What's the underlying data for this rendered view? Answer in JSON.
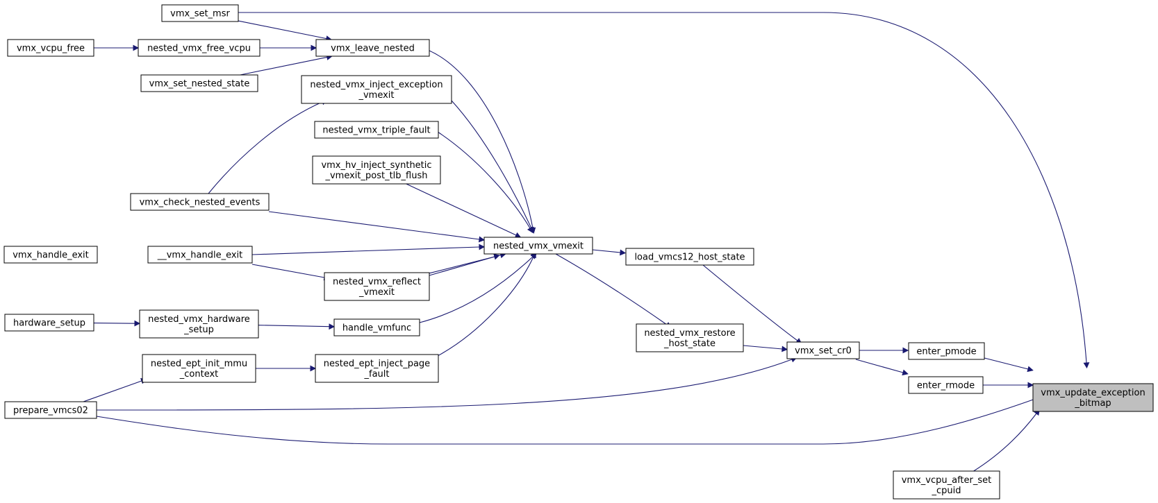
{
  "graph": {
    "root": "vmx_update_exception_bitmap",
    "nodes": [
      {
        "id": "vmx_update_exception_bitmap",
        "lines": [
          "vmx_update_exception",
          "_bitmap"
        ],
        "root": true
      },
      {
        "id": "vmx_set_msr",
        "lines": [
          "vmx_set_msr"
        ]
      },
      {
        "id": "vmx_vcpu_free",
        "lines": [
          "vmx_vcpu_free"
        ]
      },
      {
        "id": "nested_vmx_free_vcpu",
        "lines": [
          "nested_vmx_free_vcpu"
        ]
      },
      {
        "id": "vmx_leave_nested",
        "lines": [
          "vmx_leave_nested"
        ]
      },
      {
        "id": "vmx_set_nested_state",
        "lines": [
          "vmx_set_nested_state"
        ]
      },
      {
        "id": "nested_vmx_inject_exception_vmexit",
        "lines": [
          "nested_vmx_inject_exception",
          "_vmexit"
        ]
      },
      {
        "id": "nested_vmx_triple_fault",
        "lines": [
          "nested_vmx_triple_fault"
        ]
      },
      {
        "id": "vmx_hv_inject_synthetic_vmexit_post_tlb_flush",
        "lines": [
          "vmx_hv_inject_synthetic",
          "_vmexit_post_tlb_flush"
        ]
      },
      {
        "id": "vmx_check_nested_events",
        "lines": [
          "vmx_check_nested_events"
        ]
      },
      {
        "id": "nested_vmx_vmexit",
        "lines": [
          "nested_vmx_vmexit"
        ]
      },
      {
        "id": "vmx_handle_exit",
        "lines": [
          "vmx_handle_exit"
        ]
      },
      {
        "id": "__vmx_handle_exit",
        "lines": [
          "__vmx_handle_exit"
        ]
      },
      {
        "id": "load_vmcs12_host_state",
        "lines": [
          "load_vmcs12_host_state"
        ]
      },
      {
        "id": "nested_vmx_reflect_vmexit",
        "lines": [
          "nested_vmx_reflect",
          "_vmexit"
        ]
      },
      {
        "id": "hardware_setup",
        "lines": [
          "hardware_setup"
        ]
      },
      {
        "id": "nested_vmx_hardware_setup",
        "lines": [
          "nested_vmx_hardware",
          "_setup"
        ]
      },
      {
        "id": "handle_vmfunc",
        "lines": [
          "handle_vmfunc"
        ]
      },
      {
        "id": "nested_vmx_restore_host_state",
        "lines": [
          "nested_vmx_restore",
          "_host_state"
        ]
      },
      {
        "id": "vmx_set_cr0",
        "lines": [
          "vmx_set_cr0"
        ]
      },
      {
        "id": "enter_pmode",
        "lines": [
          "enter_pmode"
        ]
      },
      {
        "id": "nested_ept_init_mmu_context",
        "lines": [
          "nested_ept_init_mmu",
          "_context"
        ]
      },
      {
        "id": "nested_ept_inject_page_fault",
        "lines": [
          "nested_ept_inject_page",
          "_fault"
        ]
      },
      {
        "id": "enter_rmode",
        "lines": [
          "enter_rmode"
        ]
      },
      {
        "id": "prepare_vmcs02",
        "lines": [
          "prepare_vmcs02"
        ]
      },
      {
        "id": "vmx_vcpu_after_set_cpuid",
        "lines": [
          "vmx_vcpu_after_set",
          "_cpuid"
        ]
      }
    ],
    "edges": [
      {
        "from": "vmx_set_msr",
        "to": "vmx_update_exception_bitmap"
      },
      {
        "from": "vmx_vcpu_free",
        "to": "nested_vmx_free_vcpu"
      },
      {
        "from": "nested_vmx_free_vcpu",
        "to": "vmx_leave_nested"
      },
      {
        "from": "vmx_set_msr",
        "to": "vmx_leave_nested"
      },
      {
        "from": "vmx_set_nested_state",
        "to": "vmx_leave_nested"
      },
      {
        "from": "vmx_leave_nested",
        "to": "nested_vmx_vmexit"
      },
      {
        "from": "nested_vmx_inject_exception_vmexit",
        "to": "nested_vmx_vmexit"
      },
      {
        "from": "vmx_check_nested_events",
        "to": "nested_vmx_inject_exception_vmexit"
      },
      {
        "from": "nested_vmx_triple_fault",
        "to": "nested_vmx_vmexit"
      },
      {
        "from": "vmx_hv_inject_synthetic_vmexit_post_tlb_flush",
        "to": "nested_vmx_vmexit"
      },
      {
        "from": "vmx_check_nested_events",
        "to": "nested_vmx_vmexit"
      },
      {
        "from": "__vmx_handle_exit",
        "to": "nested_vmx_vmexit"
      },
      {
        "from": "vmx_handle_exit",
        "to": "__vmx_handle_exit"
      },
      {
        "from": "__vmx_handle_exit",
        "to": "nested_vmx_reflect_vmexit"
      },
      {
        "from": "nested_vmx_reflect_vmexit",
        "to": "nested_vmx_vmexit"
      },
      {
        "from": "hardware_setup",
        "to": "nested_vmx_hardware_setup"
      },
      {
        "from": "nested_vmx_hardware_setup",
        "to": "handle_vmfunc"
      },
      {
        "from": "handle_vmfunc",
        "to": "nested_vmx_vmexit"
      },
      {
        "from": "nested_ept_inject_page_fault",
        "to": "nested_vmx_vmexit"
      },
      {
        "from": "nested_vmx_vmexit",
        "to": "load_vmcs12_host_state"
      },
      {
        "from": "nested_vmx_vmexit",
        "to": "nested_vmx_restore_host_state"
      },
      {
        "from": "load_vmcs12_host_state",
        "to": "vmx_set_cr0"
      },
      {
        "from": "nested_vmx_restore_host_state",
        "to": "vmx_set_cr0"
      },
      {
        "from": "nested_ept_init_mmu_context",
        "to": "nested_ept_inject_page_fault"
      },
      {
        "from": "prepare_vmcs02",
        "to": "nested_ept_init_mmu_context"
      },
      {
        "from": "prepare_vmcs02",
        "to": "vmx_set_cr0"
      },
      {
        "from": "vmx_set_cr0",
        "to": "enter_pmode"
      },
      {
        "from": "vmx_set_cr0",
        "to": "enter_rmode"
      },
      {
        "from": "enter_pmode",
        "to": "vmx_update_exception_bitmap"
      },
      {
        "from": "enter_rmode",
        "to": "vmx_update_exception_bitmap"
      },
      {
        "from": "prepare_vmcs02",
        "to": "vmx_update_exception_bitmap"
      },
      {
        "from": "vmx_vcpu_after_set_cpuid",
        "to": "vmx_update_exception_bitmap"
      }
    ]
  }
}
